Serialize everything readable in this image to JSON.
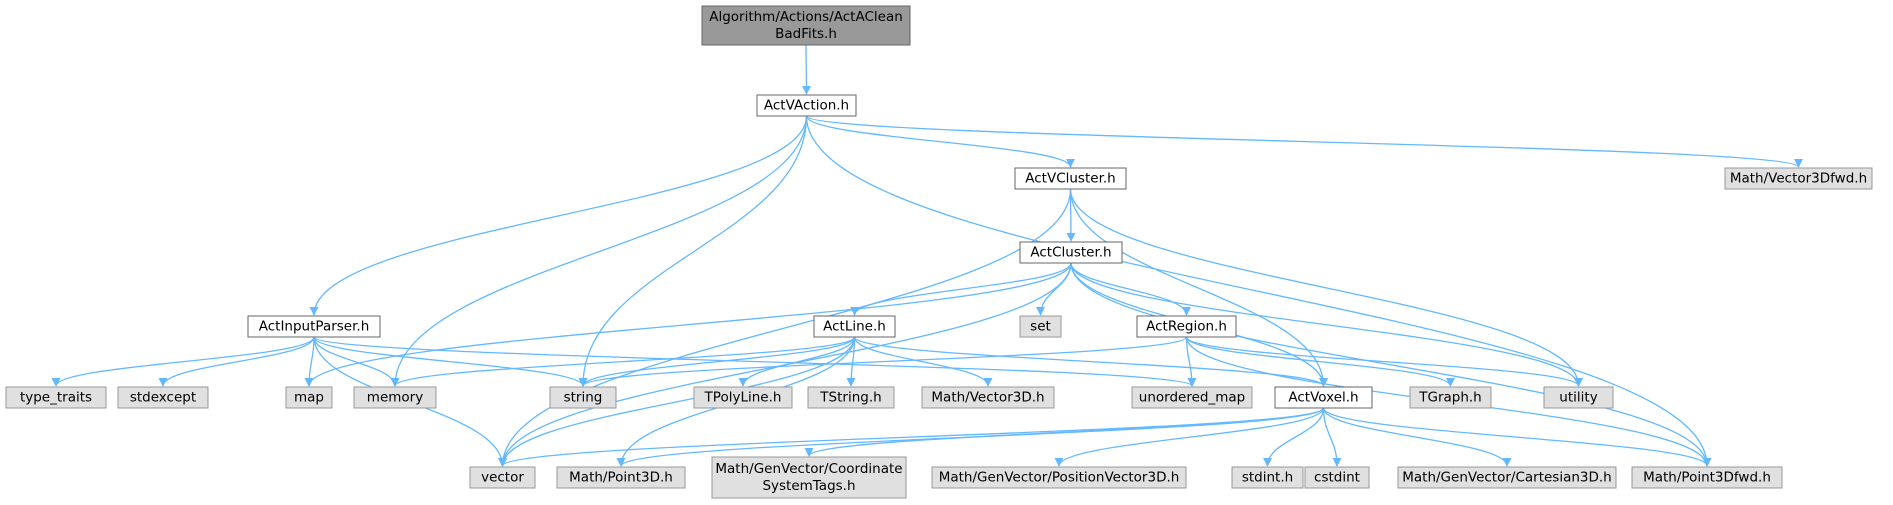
{
  "colors": {
    "edge": "#63b8ff",
    "primary_fill": "#999999",
    "documented_fill": "#ffffff",
    "external_fill": "#e0e0e0",
    "border": "#666666"
  },
  "nodes": [
    {
      "id": "n_root",
      "label": [
        "Algorithm/Actions/ActAClean",
        "BadFits.h"
      ],
      "kind": "primary"
    },
    {
      "id": "n_vaction",
      "label": [
        "ActVAction.h"
      ],
      "kind": "doc"
    },
    {
      "id": "n_vcluster",
      "label": [
        "ActVCluster.h"
      ],
      "kind": "doc"
    },
    {
      "id": "n_vec3dfwd",
      "label": [
        "Math/Vector3Dfwd.h"
      ],
      "kind": "ext"
    },
    {
      "id": "n_cluster",
      "label": [
        "ActCluster.h"
      ],
      "kind": "doc"
    },
    {
      "id": "n_inputparser",
      "label": [
        "ActInputParser.h"
      ],
      "kind": "doc"
    },
    {
      "id": "n_line",
      "label": [
        "ActLine.h"
      ],
      "kind": "doc"
    },
    {
      "id": "n_set",
      "label": [
        "set"
      ],
      "kind": "ext"
    },
    {
      "id": "n_region",
      "label": [
        "ActRegion.h"
      ],
      "kind": "doc"
    },
    {
      "id": "n_typetraits",
      "label": [
        "type_traits"
      ],
      "kind": "ext"
    },
    {
      "id": "n_stdexcept",
      "label": [
        "stdexcept"
      ],
      "kind": "ext"
    },
    {
      "id": "n_map",
      "label": [
        "map"
      ],
      "kind": "ext"
    },
    {
      "id": "n_memory",
      "label": [
        "memory"
      ],
      "kind": "ext"
    },
    {
      "id": "n_string",
      "label": [
        "string"
      ],
      "kind": "ext"
    },
    {
      "id": "n_tpolyline",
      "label": [
        "TPolyLine.h"
      ],
      "kind": "ext"
    },
    {
      "id": "n_tstring",
      "label": [
        "TString.h"
      ],
      "kind": "ext"
    },
    {
      "id": "n_vector3d",
      "label": [
        "Math/Vector3D.h"
      ],
      "kind": "ext"
    },
    {
      "id": "n_unorderedmap",
      "label": [
        "unordered_map"
      ],
      "kind": "ext"
    },
    {
      "id": "n_voxel",
      "label": [
        "ActVoxel.h"
      ],
      "kind": "doc"
    },
    {
      "id": "n_tgraph",
      "label": [
        "TGraph.h"
      ],
      "kind": "ext"
    },
    {
      "id": "n_utility",
      "label": [
        "utility"
      ],
      "kind": "ext"
    },
    {
      "id": "n_vector",
      "label": [
        "vector"
      ],
      "kind": "ext"
    },
    {
      "id": "n_point3d",
      "label": [
        "Math/Point3D.h"
      ],
      "kind": "ext"
    },
    {
      "id": "n_coordtags",
      "label": [
        "Math/GenVector/Coordinate",
        "SystemTags.h"
      ],
      "kind": "ext"
    },
    {
      "id": "n_posvec",
      "label": [
        "Math/GenVector/PositionVector3D.h"
      ],
      "kind": "ext"
    },
    {
      "id": "n_stdint",
      "label": [
        "stdint.h"
      ],
      "kind": "ext"
    },
    {
      "id": "n_cstdint",
      "label": [
        "cstdint"
      ],
      "kind": "ext"
    },
    {
      "id": "n_cartesian",
      "label": [
        "Math/GenVector/Cartesian3D.h"
      ],
      "kind": "ext"
    },
    {
      "id": "n_point3dfwd",
      "label": [
        "Math/Point3Dfwd.h"
      ],
      "kind": "ext"
    }
  ],
  "edges": [
    [
      "n_root",
      "n_vaction"
    ],
    [
      "n_vaction",
      "n_inputparser"
    ],
    [
      "n_vaction",
      "n_vcluster"
    ],
    [
      "n_vaction",
      "n_vec3dfwd"
    ],
    [
      "n_vaction",
      "n_memory"
    ],
    [
      "n_vaction",
      "n_string"
    ],
    [
      "n_vaction",
      "n_point3dfwd"
    ],
    [
      "n_vcluster",
      "n_cluster"
    ],
    [
      "n_vcluster",
      "n_vector"
    ],
    [
      "n_vcluster",
      "n_voxel"
    ],
    [
      "n_vcluster",
      "n_utility"
    ],
    [
      "n_cluster",
      "n_line"
    ],
    [
      "n_cluster",
      "n_set"
    ],
    [
      "n_cluster",
      "n_region"
    ],
    [
      "n_cluster",
      "n_map"
    ],
    [
      "n_cluster",
      "n_vector"
    ],
    [
      "n_cluster",
      "n_voxel"
    ],
    [
      "n_cluster",
      "n_utility"
    ],
    [
      "n_cluster",
      "n_point3dfwd"
    ],
    [
      "n_inputparser",
      "n_typetraits"
    ],
    [
      "n_inputparser",
      "n_stdexcept"
    ],
    [
      "n_inputparser",
      "n_map"
    ],
    [
      "n_inputparser",
      "n_memory"
    ],
    [
      "n_inputparser",
      "n_string"
    ],
    [
      "n_inputparser",
      "n_vector"
    ],
    [
      "n_inputparser",
      "n_unorderedmap"
    ],
    [
      "n_line",
      "n_memory"
    ],
    [
      "n_line",
      "n_string"
    ],
    [
      "n_line",
      "n_tpolyline"
    ],
    [
      "n_line",
      "n_tstring"
    ],
    [
      "n_line",
      "n_vector3d"
    ],
    [
      "n_line",
      "n_voxel"
    ],
    [
      "n_line",
      "n_vector"
    ],
    [
      "n_line",
      "n_point3d"
    ],
    [
      "n_region",
      "n_string"
    ],
    [
      "n_region",
      "n_unorderedmap"
    ],
    [
      "n_region",
      "n_tgraph"
    ],
    [
      "n_region",
      "n_utility"
    ],
    [
      "n_region",
      "n_point3dfwd"
    ],
    [
      "n_voxel",
      "n_vector"
    ],
    [
      "n_voxel",
      "n_point3d"
    ],
    [
      "n_voxel",
      "n_coordtags"
    ],
    [
      "n_voxel",
      "n_posvec"
    ],
    [
      "n_voxel",
      "n_stdint"
    ],
    [
      "n_voxel",
      "n_cstdint"
    ],
    [
      "n_voxel",
      "n_cartesian"
    ],
    [
      "n_voxel",
      "n_point3dfwd"
    ]
  ]
}
